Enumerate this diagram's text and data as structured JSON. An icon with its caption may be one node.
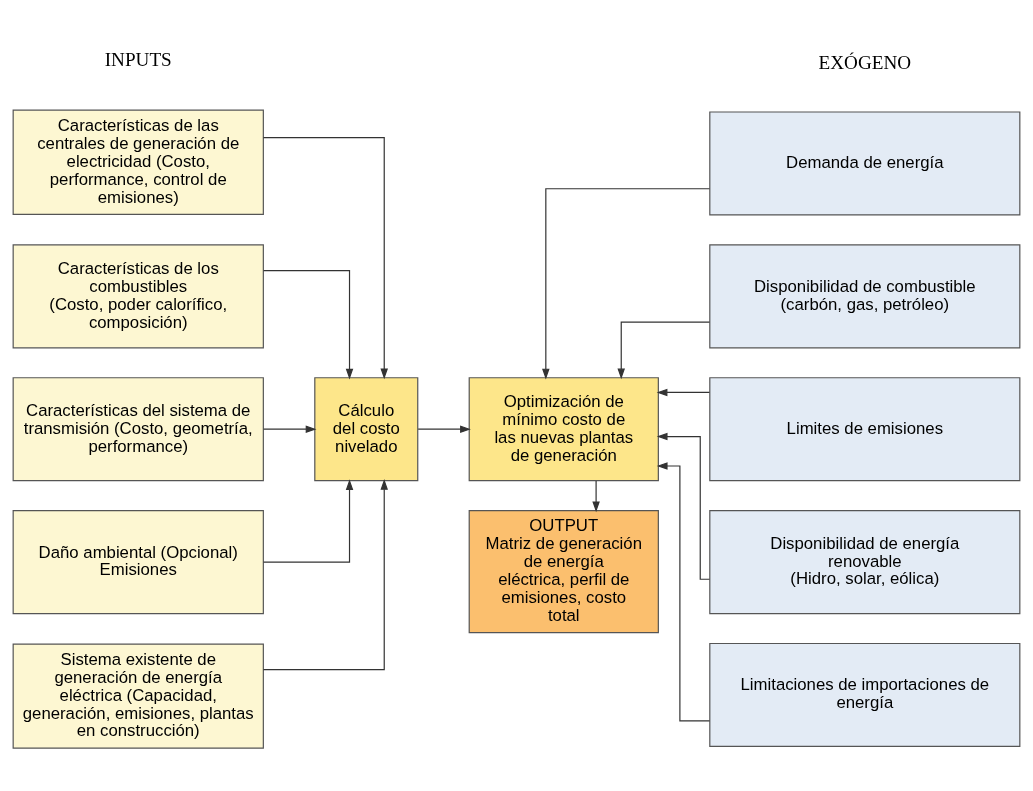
{
  "diagram": {
    "nodes": [
      {
        "text": [
          "Características de las centrales de generación de electricidad (Costo, performance, control de emisiones)"
        ]
      },
      {
        "text": [
          "Características de los combustibles",
          "(Costo, poder calorífico, composición)"
        ]
      },
      {
        "text": [
          "Características del sistema de transmisión (Costo, geometría, performance)"
        ]
      },
      {
        "text": [
          "Daño ambiental (Opcional)",
          "Emisiones"
        ]
      },
      {
        "text": [
          "Sistema existente de generación de energía eléctrica (Capacidad, generación, emisiones, plantas en construcción)"
        ]
      },
      {
        "text": [
          "Cálculo del costo nivelado"
        ]
      },
      {
        "text": [
          "Optimización de mínimo costo de las nuevas plantas de generación"
        ]
      },
      {
        "text": [
          "OUTPUT",
          "Matriz de generación de energía eléctrica, perfil de emisiones, costo total"
        ]
      },
      {
        "text": [
          "Demanda de energía"
        ]
      },
      {
        "text": [
          "Disponibilidad de combustible (carbón, gas, petróleo)"
        ]
      },
      {
        "text": [
          "Limites de emisiones"
        ]
      },
      {
        "text": [
          "Disponibilidad de energía renovable",
          "(Hidro, solar, eólica)"
        ]
      },
      {
        "text": [
          "Limitaciones de importaciones de energía"
        ]
      }
    ],
    "edges": [
      {
        "from": 0,
        "to": 5,
        "arrow": "to"
      },
      {
        "from": 1,
        "to": 5,
        "arrow": "to"
      },
      {
        "from": 2,
        "to": 5,
        "arrow": "to"
      },
      {
        "from": 3,
        "to": 5,
        "arrow": "to"
      },
      {
        "from": 4,
        "to": 5,
        "arrow": "to"
      },
      {
        "from": 5,
        "to": 6,
        "arrow": "to"
      },
      {
        "from": 8,
        "to": 6,
        "arrow": "to"
      },
      {
        "from": 9,
        "to": 6,
        "arrow": "to"
      },
      {
        "from": 10,
        "to": 6,
        "arrow": "to"
      },
      {
        "from": 11,
        "to": 6,
        "arrow": "to"
      },
      {
        "from": 12,
        "to": 6,
        "arrow": "to"
      },
      {
        "from": 6,
        "to": 7,
        "arrow": "to"
      }
    ],
    "labels": [
      "INPUTS",
      "EXÓGENO"
    ]
  }
}
